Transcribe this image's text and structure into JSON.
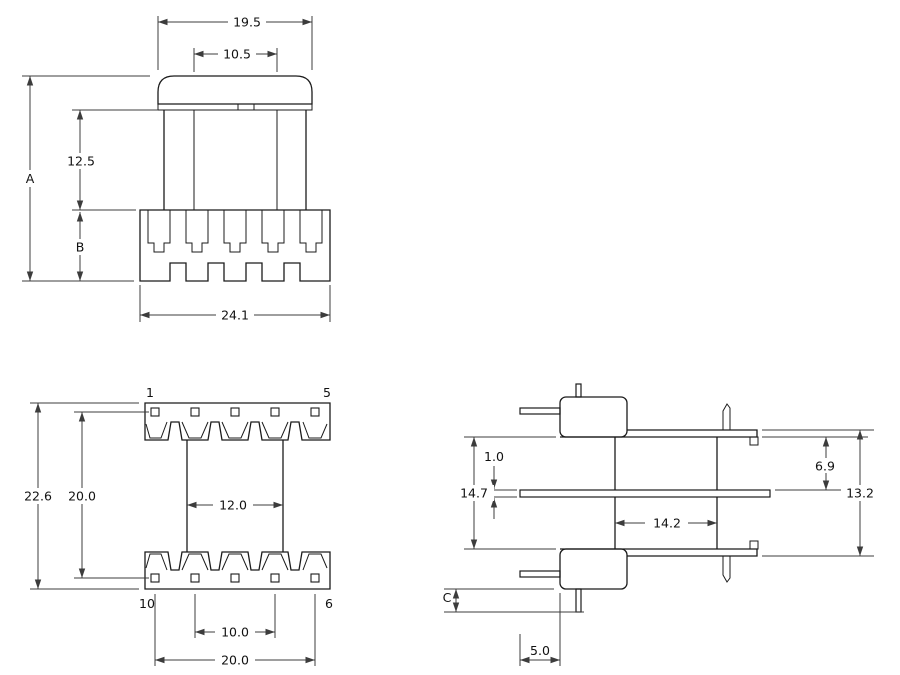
{
  "front": {
    "top_width": "19.5",
    "core_width": "10.5",
    "overall_height": "A",
    "body_height": "12.5",
    "base_height": "B",
    "base_width": "24.1"
  },
  "plan": {
    "pin1": "1",
    "pin5": "5",
    "pin10": "10",
    "pin6": "6",
    "overall_length": "22.6",
    "row_pitch": "20.0",
    "core_length": "12.0",
    "inner_span": "10.0",
    "outer_span": "20.0"
  },
  "side": {
    "pin_thickness": "1.0",
    "window_height": "14.7",
    "upper_offset": "6.9",
    "overall_height": "13.2",
    "window_width": "14.2",
    "standoff": "C",
    "pin_length": "5.0"
  },
  "colors": {
    "line": "#1b1b1b",
    "dim": "#3c3c3c",
    "background": "#ffffff"
  }
}
